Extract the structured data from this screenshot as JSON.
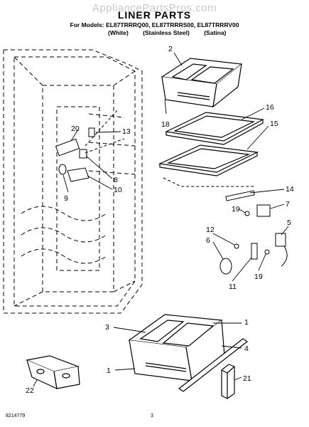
{
  "watermark": "AppliancePartsPros.com",
  "title": "LINER PARTS",
  "models_line": "For Models: EL87TRRRQ00, EL87TRRRS00, EL87TRRRV00",
  "colors": [
    "(White)",
    "(Stainless Steel)",
    "(Satina)"
  ],
  "callouts": {
    "c2": "2",
    "c16": "16",
    "c15": "15",
    "c18": "18",
    "c13": "13",
    "c20": "20",
    "c8": "8",
    "c10": "10",
    "c9": "9",
    "c14": "14",
    "c7": "7",
    "c19a": "19",
    "c5": "5",
    "c12": "12",
    "c6": "6",
    "c11": "11",
    "c19b": "19",
    "c1a": "1",
    "c3": "3",
    "c4": "4",
    "c1b": "1",
    "c21": "21",
    "c22": "22"
  },
  "footer": {
    "part_number": "8214779",
    "page": "3"
  }
}
